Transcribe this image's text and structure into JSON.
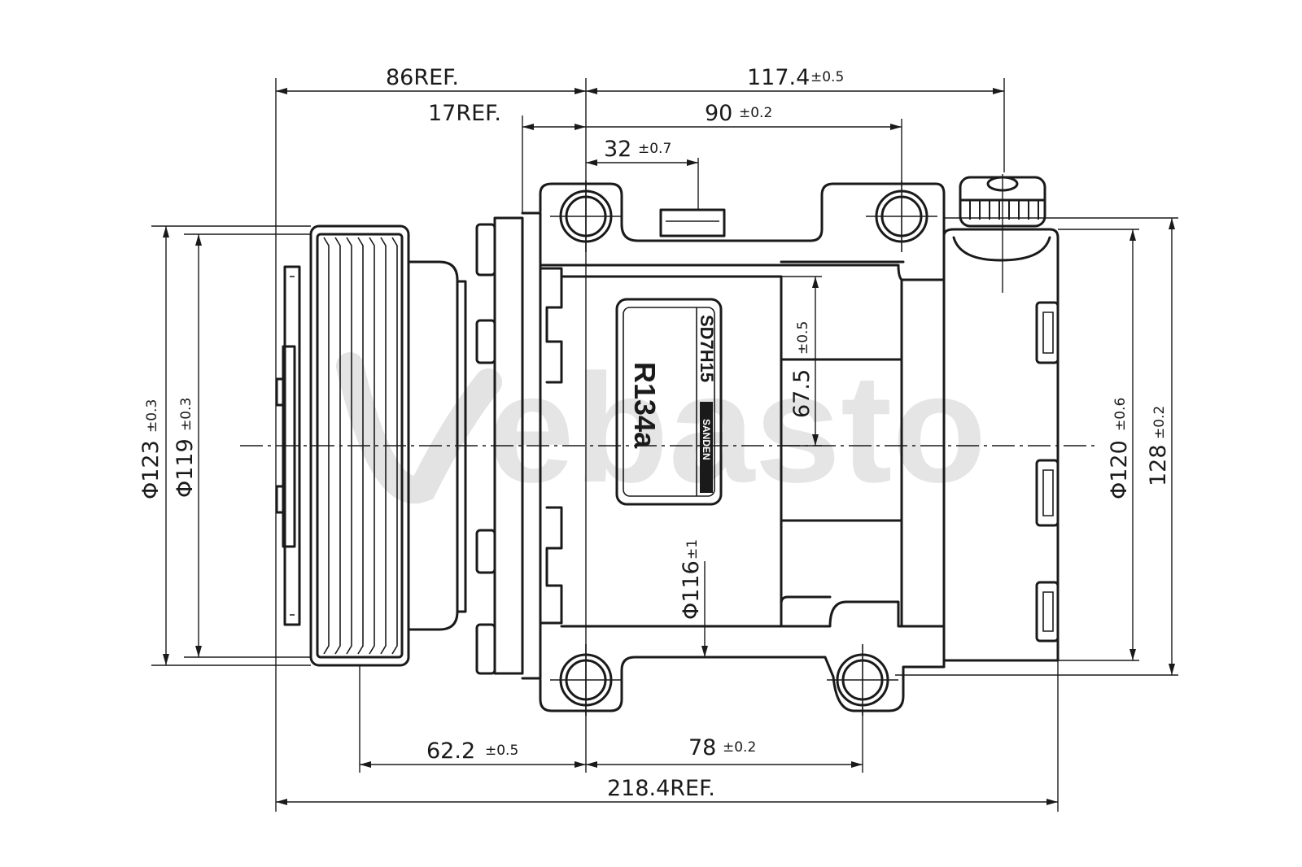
{
  "watermark": "ebasto",
  "label": {
    "model": "SD7H15",
    "refrigerant": "R134a",
    "maker": "SANDEN"
  },
  "dimensions": {
    "ref_86": "86REF.",
    "d_117_4": "117.4",
    "d_117_4_tol": "±0.5",
    "ref_17": "17REF.",
    "d_90": "90",
    "d_90_tol": "±0.2",
    "d_32": "32",
    "d_32_tol": "±0.7",
    "d_67_5": "67.5",
    "d_67_5_tol": "±0.5",
    "dia_116": "Φ116",
    "dia_116_tol": "±1",
    "dia_123": "Φ123",
    "dia_123_tol": "±0.3",
    "dia_119": "Φ119",
    "dia_119_tol": "±0.3",
    "dia_120": "Φ120",
    "dia_120_tol": "±0.6",
    "d_128": "128",
    "d_128_tol": "±0.2",
    "d_62_2": "62.2",
    "d_62_2_tol": "±0.5",
    "d_78": "78",
    "d_78_tol": "±0.2",
    "ref_218_4": "218.4REF."
  }
}
